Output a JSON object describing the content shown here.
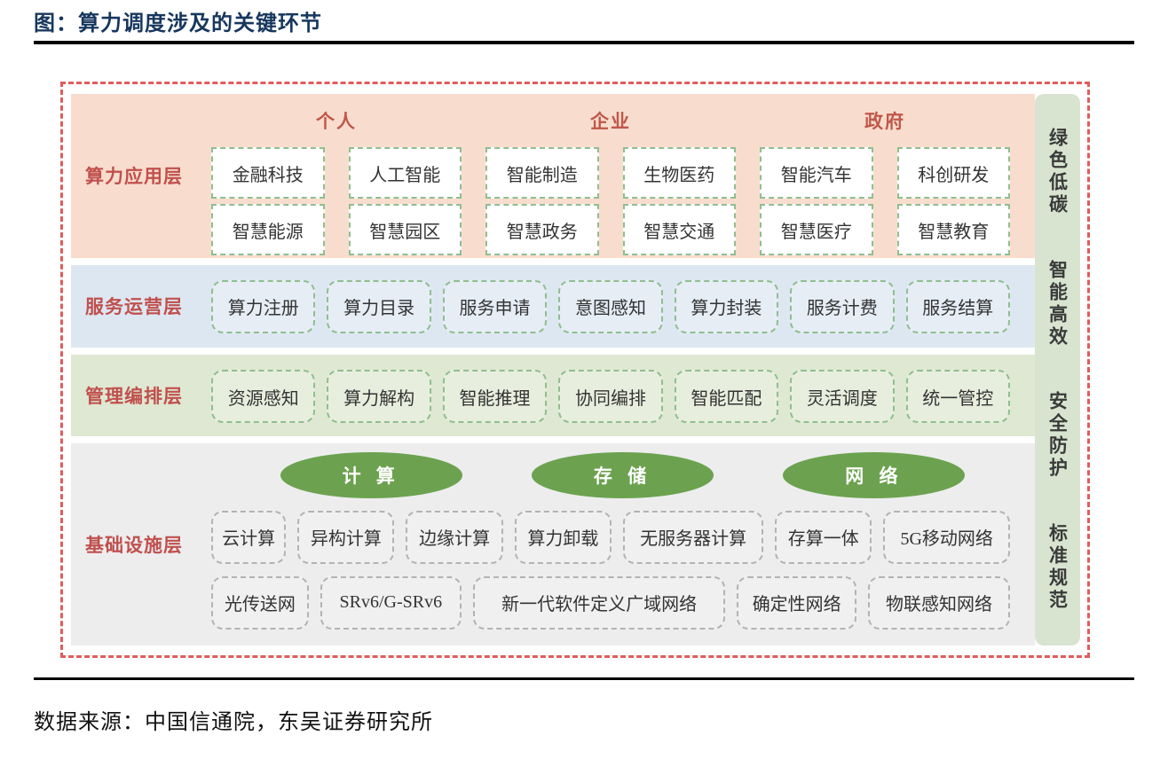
{
  "title": "图：算力调度涉及的关键环节",
  "source": "数据来源：中国信通院，东吴证券研究所",
  "colors": {
    "title_text": "#17375e",
    "outer_border_red": "#e05c5c",
    "layer_label_red": "#c0504d",
    "group_header_red": "#c0574a",
    "app_layer_bg": "#f8ddce",
    "service_layer_bg": "#dde7f2",
    "manage_layer_bg": "#dfe8d2",
    "infra_layer_bg": "#ededee",
    "green_dashed_border": "#8fbe8f",
    "gray_dashed_border": "#b3b3b3",
    "ellipse_green": "#6ca24f",
    "sidebar_green": "#d8e4cf"
  },
  "app_layer": {
    "label": "算力应用层",
    "groups": [
      "个人",
      "企业",
      "政府"
    ],
    "row1": [
      "金融科技",
      "人工智能",
      "智能制造",
      "生物医药",
      "智能汽车",
      "科创研发"
    ],
    "row2": [
      "智慧能源",
      "智慧园区",
      "智慧政务",
      "智慧交通",
      "智慧医疗",
      "智慧教育"
    ]
  },
  "service_layer": {
    "label": "服务运营层",
    "boxes": [
      "算力注册",
      "算力目录",
      "服务申请",
      "意图感知",
      "算力封装",
      "服务计费",
      "服务结算"
    ]
  },
  "manage_layer": {
    "label": "管理编排层",
    "boxes": [
      "资源感知",
      "算力解构",
      "智能推理",
      "协同编排",
      "智能匹配",
      "灵活调度",
      "统一管控"
    ]
  },
  "infra_layer": {
    "label": "基础设施层",
    "ellipses": [
      "计 算",
      "存 储",
      "网 络"
    ],
    "row1": [
      "云计算",
      "异构计算",
      "边缘计算",
      "算力卸载",
      "无服务器计算",
      "存算一体",
      "5G移动网络"
    ],
    "row2": [
      "光传送网",
      "SRv6/G-SRv6",
      "新一代软件定义广域网络",
      "确定性网络",
      "物联感知网络"
    ]
  },
  "side_bar": {
    "items": [
      "绿色低碳",
      "智能高效",
      "安全防护",
      "标准规范"
    ]
  }
}
